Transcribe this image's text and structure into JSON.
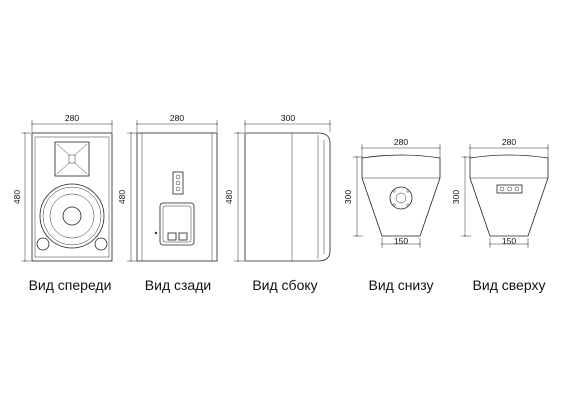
{
  "views": [
    {
      "label": "Вид спереди",
      "width_dim": "280",
      "height_dim": "480"
    },
    {
      "label": "Вид сзади",
      "width_dim": "280",
      "height_dim": "480"
    },
    {
      "label": "Вид сбоку",
      "width_dim": "300",
      "height_dim": "480"
    },
    {
      "label": "Вид снизу",
      "width_dim": "280",
      "height_dim": "300",
      "bottom_dim": "150"
    },
    {
      "label": "Вид сверху",
      "width_dim": "280",
      "height_dim": "300",
      "bottom_dim": "150"
    }
  ]
}
